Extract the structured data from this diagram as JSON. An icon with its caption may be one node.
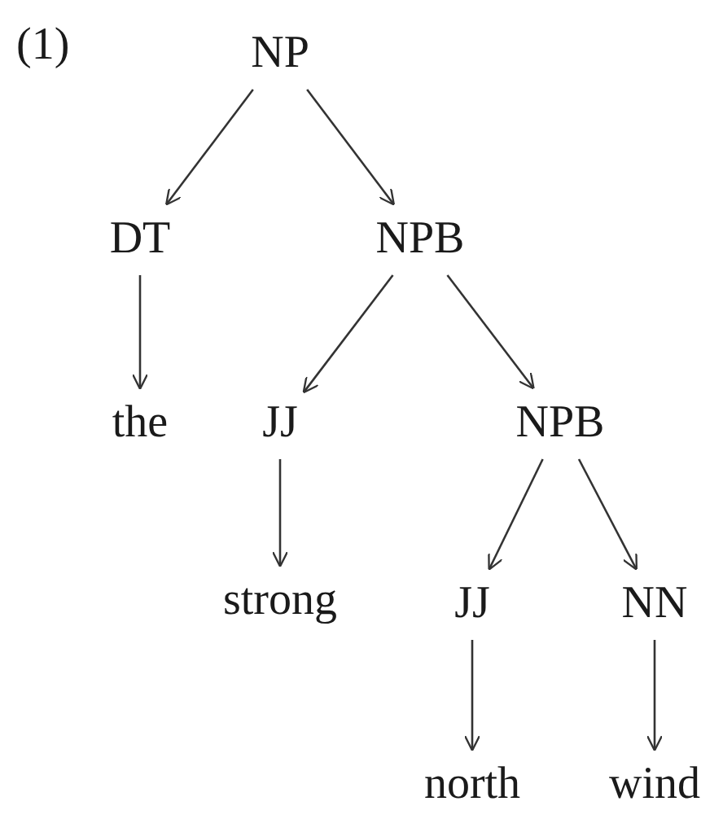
{
  "diagram": {
    "nodes": [
      {
        "text": [
          "NP"
        ]
      },
      {
        "text": [
          "DT"
        ]
      },
      {
        "text": [
          "NPB"
        ]
      },
      {
        "text": [
          "the"
        ]
      },
      {
        "text": [
          "JJ"
        ]
      },
      {
        "text": [
          "NPB"
        ]
      },
      {
        "text": [
          "strong"
        ]
      },
      {
        "text": [
          "JJ"
        ]
      },
      {
        "text": [
          "NN"
        ]
      },
      {
        "text": [
          "north"
        ]
      },
      {
        "text": [
          "wind"
        ]
      }
    ],
    "edges": [
      {
        "from": 0,
        "to": 1,
        "arrow": "to"
      },
      {
        "from": 0,
        "to": 2,
        "arrow": "to"
      },
      {
        "from": 1,
        "to": 3,
        "arrow": "to"
      },
      {
        "from": 2,
        "to": 4,
        "arrow": "to"
      },
      {
        "from": 2,
        "to": 5,
        "arrow": "to"
      },
      {
        "from": 4,
        "to": 6,
        "arrow": "to"
      },
      {
        "from": 5,
        "to": 7,
        "arrow": "to"
      },
      {
        "from": 5,
        "to": 8,
        "arrow": "to"
      },
      {
        "from": 7,
        "to": 9,
        "arrow": "to"
      },
      {
        "from": 8,
        "to": 10,
        "arrow": "to"
      }
    ],
    "labels": [
      "(1)"
    ]
  }
}
